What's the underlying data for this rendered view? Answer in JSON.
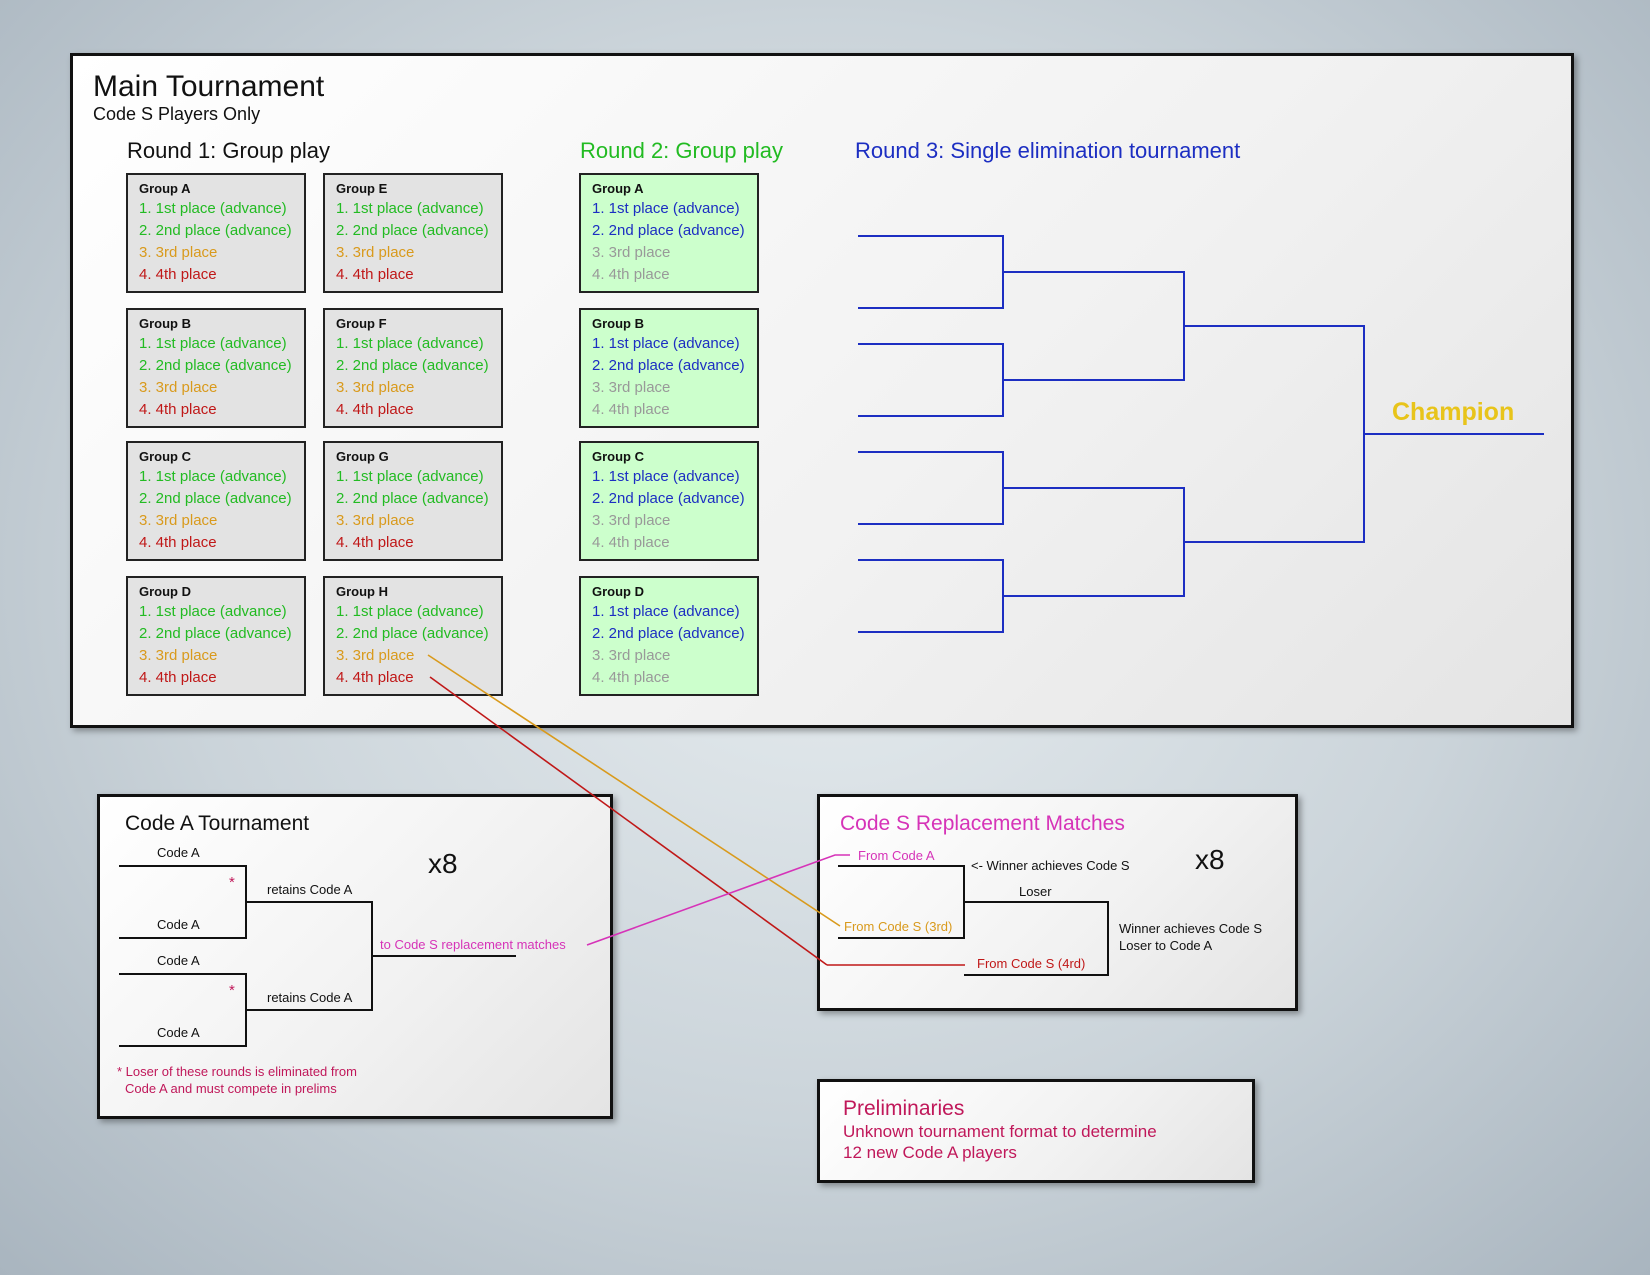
{
  "main": {
    "title": "Main Tournament",
    "subtitle": "Code S Players Only",
    "round1": {
      "title": "Round 1: Group play",
      "groups": [
        "Group A",
        "Group B",
        "Group C",
        "Group D",
        "Group E",
        "Group F",
        "Group G",
        "Group H"
      ],
      "lines": [
        "1. 1st place (advance)",
        "2. 2nd place (advance)",
        "3. 3rd place",
        "4. 4th place"
      ]
    },
    "round2": {
      "title": "Round 2: Group play",
      "groups": [
        "Group A",
        "Group B",
        "Group C",
        "Group D"
      ],
      "lines": [
        "1. 1st place (advance)",
        "2. 2nd place (advance)",
        "3. 3rd place",
        "4. 4th place"
      ]
    },
    "round3": {
      "title": "Round 3: Single elimination tournament",
      "champion": "Champion"
    }
  },
  "code_a": {
    "title": "Code A Tournament",
    "multiplier": "x8",
    "slot_label": "Code A",
    "retains": "retains Code A",
    "asterisk": "*",
    "to_replacement": "to Code S replacement matches",
    "footnote_1": "* Loser of these rounds is eliminated from",
    "footnote_2": "Code A and must compete in prelims"
  },
  "replacement": {
    "title": "Code S Replacement Matches",
    "multiplier": "x8",
    "from_code_a": "From Code A",
    "winner_note": "<- Winner achieves Code S",
    "loser": "Loser",
    "from_3rd": "From Code S (3rd)",
    "from_4rd": "From Code S (4rd)",
    "final_winner": "Winner achieves Code S",
    "final_loser": "Loser to Code A"
  },
  "prelims": {
    "title": "Preliminaries",
    "line1": "Unknown tournament format to determine",
    "line2": "12 new Code A players"
  },
  "colors": {
    "advance_green": "#22bb22",
    "third_orange": "#d99a1c",
    "fourth_red": "#c01818",
    "round3_blue": "#1c2ec2",
    "champion_gold": "#e8c41a",
    "replacement_magenta": "#d633b8",
    "prelims_crimson": "#c0185a"
  }
}
